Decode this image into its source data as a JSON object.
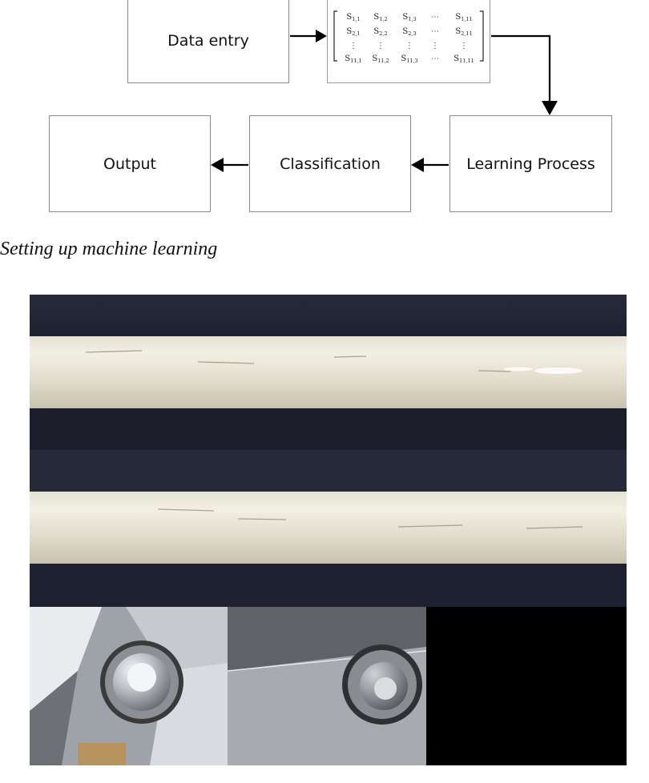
{
  "flow": {
    "data_entry": "Data entry",
    "learning_process": "Learning Process",
    "classification": "Classification",
    "output": "Output"
  },
  "matrix": {
    "rows": [
      [
        "S1,1",
        "S1,2",
        "S1,3",
        "⋯",
        "S1,11"
      ],
      [
        "S2,1",
        "S2,2",
        "S2,3",
        "⋯",
        "S2,11"
      ],
      [
        "⋮",
        "⋮",
        "⋮",
        "⋮",
        "⋮"
      ],
      [
        "S11,1",
        "S11,2",
        "S11,3",
        "⋯",
        "S11,11"
      ]
    ]
  },
  "caption": "Setting up machine learning"
}
